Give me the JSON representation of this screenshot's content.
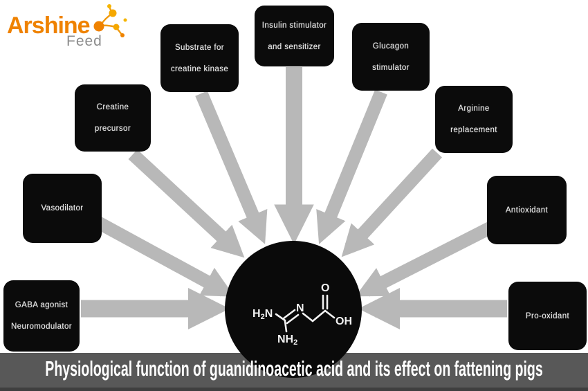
{
  "logo": {
    "brand": "Arshine",
    "sub": "Feed",
    "brand_color": "#EF8200",
    "sub_color": "#8C8C8C"
  },
  "banner": {
    "text": "Physiological function of guanidinoacetic acid and its effect on fattening pigs",
    "bg_color": "#585858",
    "text_color": "#FFFFFF"
  },
  "diagram": {
    "arrow_color": "#B8B8B8",
    "node_bg_color": "#0B0B0B",
    "node_text_color": "#E9E9E9",
    "nodes": [
      {
        "id": "gaba",
        "lines": [
          "GABA agonist",
          "Neuromodulator"
        ]
      },
      {
        "id": "vasodilator",
        "lines": [
          "Vasodilator"
        ]
      },
      {
        "id": "creatine",
        "lines": [
          "Creatine",
          "precursor"
        ]
      },
      {
        "id": "substrate",
        "lines": [
          "Substrate for",
          "creatine kinase"
        ]
      },
      {
        "id": "insulin",
        "lines": [
          "Insulin stimulator",
          "and sensitizer"
        ]
      },
      {
        "id": "glucagon",
        "lines": [
          "Glucagon",
          "stimulator"
        ]
      },
      {
        "id": "arginine",
        "lines": [
          "Arginine",
          "replacement"
        ]
      },
      {
        "id": "antioxidant",
        "lines": [
          "Antioxidant"
        ]
      },
      {
        "id": "prooxidant",
        "lines": [
          "Pro-oxidant"
        ]
      }
    ],
    "molecule": {
      "name_labels": {
        "h": "H",
        "two": "2",
        "n": "N",
        "nh": "NH",
        "o": "O",
        "oh": "OH"
      }
    }
  }
}
